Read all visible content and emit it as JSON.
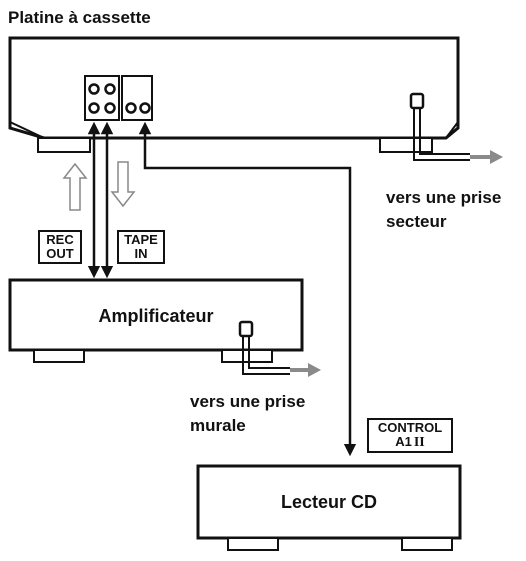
{
  "title": "Platine à cassette",
  "devices": {
    "amplifier": "Amplificateur",
    "cd_player": "Lecteur CD"
  },
  "terminals": {
    "rec_out": [
      "REC",
      "OUT"
    ],
    "tape_in": [
      "TAPE",
      "IN"
    ],
    "control": [
      "CONTROL",
      "A1",
      "II"
    ]
  },
  "captions": {
    "deck_power": [
      "vers une prise",
      "secteur"
    ],
    "amp_power": [
      "vers une prise",
      "murale"
    ]
  },
  "colors": {
    "line": "#111111",
    "arrow_gray": "#8a8a8a",
    "panel_fill": "#ffffff"
  }
}
